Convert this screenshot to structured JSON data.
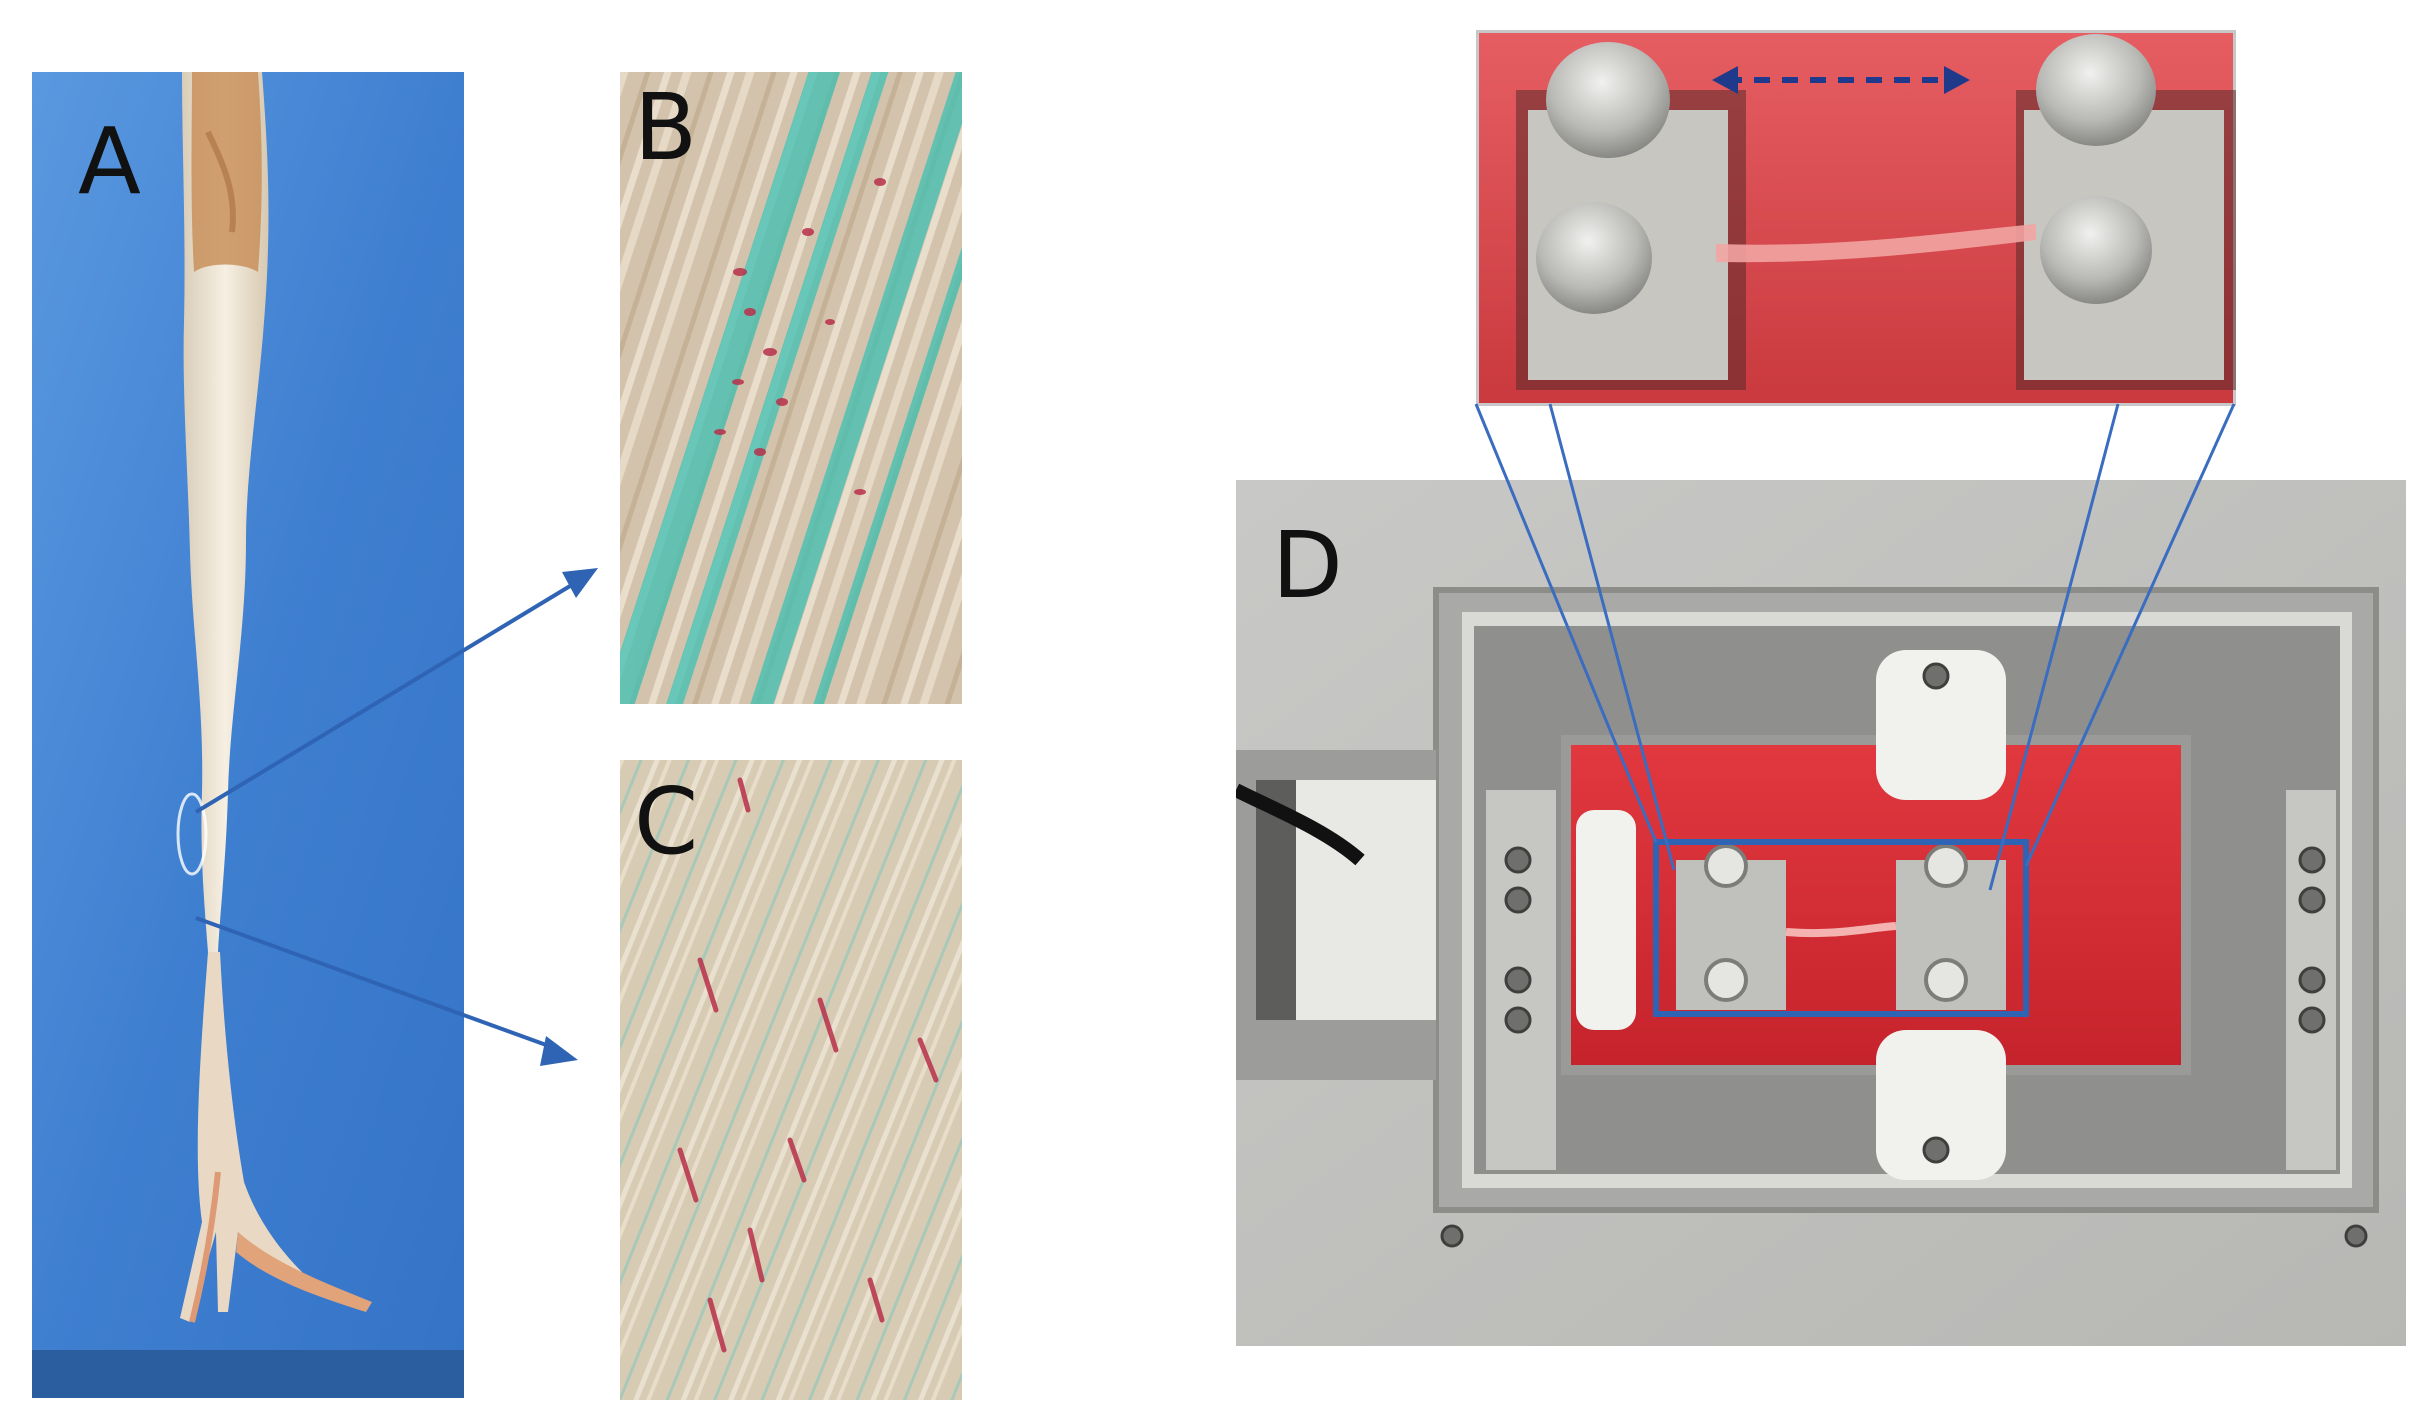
{
  "panels": {
    "a": {
      "label": "A"
    },
    "b": {
      "label": "B"
    },
    "c": {
      "label": "C"
    },
    "d": {
      "label": "D"
    }
  },
  "colors": {
    "backdrop_blue": "#3f7fd0",
    "tendon_cream": "#efe6d6",
    "stain_green": "#3fc1b4",
    "stain_red": "#b8304a",
    "tissue_pink": "#cfc1a8",
    "medium_red": "#d62a36",
    "steel_gray": "#b9b9b6",
    "arrow_blue": "#2f64b5"
  }
}
